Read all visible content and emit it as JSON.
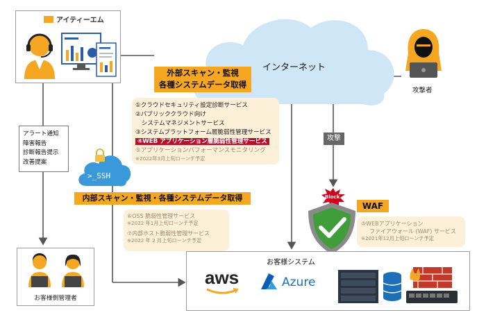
{
  "company": {
    "name": "アイティーエム"
  },
  "cloud": {
    "label": "インターネット"
  },
  "attacker": {
    "label": "攻撃者"
  },
  "attack": {
    "label": "攻撃"
  },
  "external_scan": {
    "line1": "外部スキャン・監視",
    "line2": "各種システムデータ取得"
  },
  "external_services": [
    "①クラウドセキュリティ設定診断サービス",
    "②パブリッククラウド向け",
    "　システムマネジメントサービス",
    "③システムプラットフォーム層脆弱性管理サービス",
    "④WEB アプリケーション層脆弱性管理サービス",
    "⑤アプリケーションパフォーマンスモニタリング"
  ],
  "external_note": "※2022年3月上旬ローンチ予定",
  "alerts": [
    "アラート通知",
    "障害報告",
    "診断報告提示",
    "改善提案"
  ],
  "ssh": {
    "label": ">_SSH"
  },
  "internal_scan": {
    "label": "内部スキャン・監視・各種システムデータ取得"
  },
  "internal_services": [
    {
      "name": "⑥OSS 脆弱性管理サービス",
      "note": "※2022 年1月上旬ローンチ予定"
    },
    {
      "name": "⑦内部ホスト脆弱性管理サービス",
      "note": "※2022 年 2 月上旬ローンチ予定"
    }
  ],
  "block": {
    "label": "Block"
  },
  "waf": {
    "label": "WAF",
    "service_line1": "⑤WEBアプリケーション",
    "service_line2": "ファイアウォール (WAF) サービス",
    "note": "※2021年12月上旬ローンチ予定"
  },
  "customer_admin": {
    "label": "お客様側管理者"
  },
  "customer_system": {
    "label": "お客様システム",
    "aws": "aws",
    "azure": "Azure"
  },
  "colors": {
    "orange": "#f5a623",
    "beige": "#fdf0d8",
    "highlight": "#b3122c",
    "cloud": "#cfe6f7",
    "waf_green": "#3f9e3a"
  }
}
